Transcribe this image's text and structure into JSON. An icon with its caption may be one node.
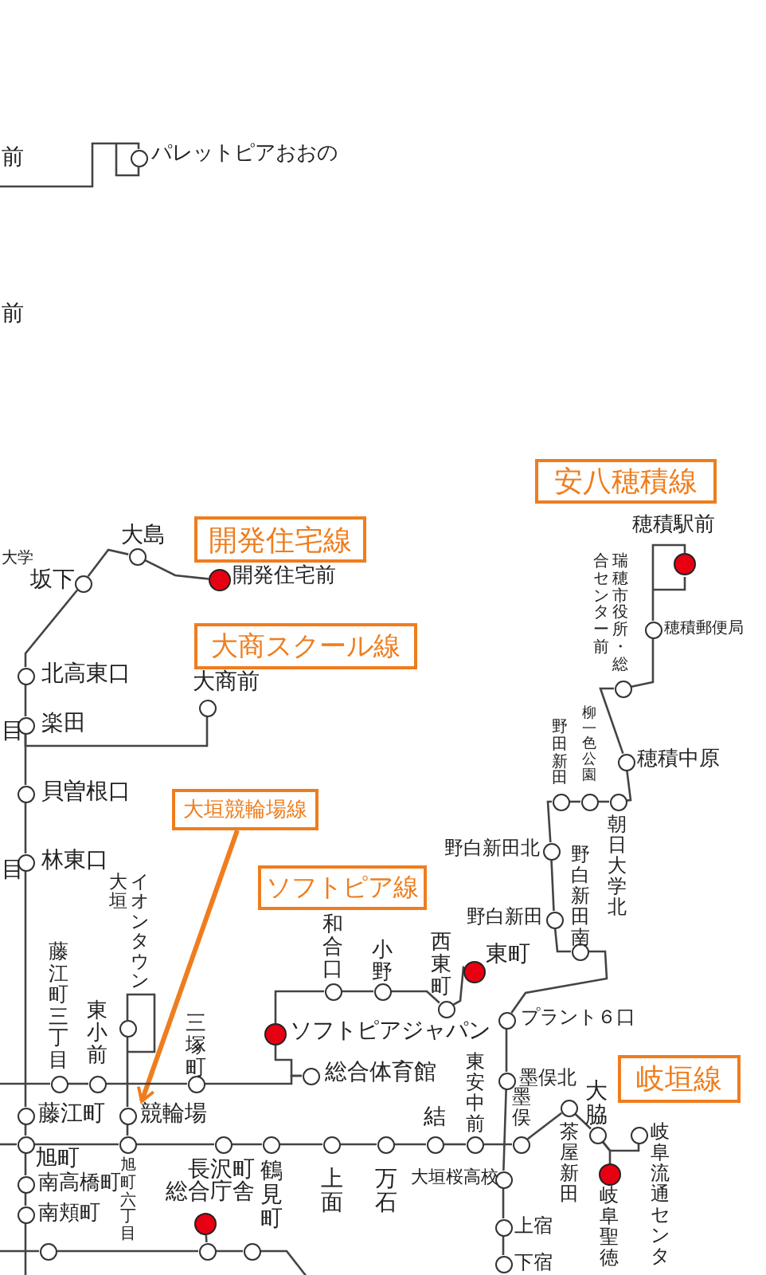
{
  "diagram": {
    "nodes": [
      {
        "text": [],
        "shape": "circle",
        "beside": [
          "パレットピアおおの"
        ]
      },
      {
        "text": [
          "安八穂積線"
        ]
      },
      {
        "text": [],
        "shape": "circle",
        "beside": [
          "穂積駅前"
        ]
      },
      {
        "text": [
          "開発住宅線"
        ]
      },
      {
        "text": [],
        "shape": "circle",
        "beside": [
          "大島"
        ]
      },
      {
        "text": [],
        "shape": "circle",
        "beside": [
          "坂下"
        ]
      },
      {
        "text": [],
        "shape": "circle",
        "beside": [
          "開発住宅前"
        ]
      },
      {
        "text": [
          "大商スクール線"
        ]
      },
      {
        "text": [],
        "shape": "circle",
        "beside": [
          "穂積郵便局"
        ]
      },
      {
        "text": [],
        "shape": "circle",
        "beside": [
          "北高東口"
        ]
      },
      {
        "text": [],
        "shape": "circle",
        "beside": [
          "瑞穂市役所・総合センター前"
        ]
      },
      {
        "text": [],
        "shape": "circle",
        "beside": [
          "大商前"
        ]
      },
      {
        "text": [],
        "shape": "circle",
        "beside": [
          "楽田"
        ]
      },
      {
        "text": [],
        "shape": "circle",
        "beside": [
          "穂積中原"
        ]
      },
      {
        "text": [],
        "shape": "circle",
        "beside": [
          "貝曽根口"
        ]
      },
      {
        "text": [
          "大垣競輪場線"
        ]
      },
      {
        "text": [],
        "shape": "circle",
        "beside": [
          "野田新田"
        ]
      },
      {
        "text": [],
        "shape": "circle",
        "beside": [
          "柳一色公園"
        ]
      },
      {
        "text": [],
        "shape": "circle",
        "beside": [
          "朝日大学北"
        ]
      },
      {
        "text": [],
        "shape": "circle",
        "beside": [
          "野白新田北"
        ]
      },
      {
        "text": [],
        "shape": "circle",
        "beside": [
          "林東口"
        ]
      },
      {
        "text": [
          "ソフトピア線"
        ]
      },
      {
        "text": [],
        "shape": "circle",
        "beside": [
          "野白新田"
        ]
      },
      {
        "text": [],
        "shape": "circle",
        "beside": [
          "野白新田南"
        ]
      },
      {
        "text": [],
        "shape": "circle",
        "beside": [
          "東町"
        ]
      },
      {
        "text": [],
        "shape": "circle",
        "beside": [
          "和合口"
        ]
      },
      {
        "text": [],
        "shape": "circle",
        "beside": [
          "小野"
        ]
      },
      {
        "text": [],
        "shape": "circle",
        "beside": [
          "西東町"
        ]
      },
      {
        "text": [],
        "shape": "circle",
        "beside": [
          "プラント６口"
        ]
      },
      {
        "text": [],
        "shape": "circle",
        "beside": [
          "イオンタウン大垣"
        ]
      },
      {
        "text": [],
        "shape": "circle",
        "beside": [
          "ソフトピアジャパン"
        ]
      },
      {
        "text": [
          "岐垣線"
        ]
      },
      {
        "text": [],
        "shape": "circle",
        "beside": [
          "総合体育館"
        ]
      },
      {
        "text": [],
        "shape": "circle",
        "beside": [
          "藤江町三丁目"
        ]
      },
      {
        "text": [],
        "shape": "circle",
        "beside": [
          "東小前"
        ]
      },
      {
        "text": [],
        "shape": "circle",
        "beside": [
          "三塚町"
        ]
      },
      {
        "text": [],
        "shape": "circle",
        "beside": [
          "墨俣北"
        ]
      },
      {
        "text": [],
        "shape": "circle",
        "beside": [
          "茶屋新田"
        ]
      },
      {
        "text": [],
        "shape": "circle",
        "beside": [
          "藤江町"
        ]
      },
      {
        "text": [],
        "shape": "circle",
        "beside": [
          "競輪場"
        ]
      },
      {
        "text": [],
        "shape": "circle",
        "beside": [
          "大脇"
        ]
      },
      {
        "text": [],
        "shape": "circle",
        "beside": [
          "岐阜流通センタ"
        ]
      },
      {
        "text": [],
        "shape": "circle",
        "beside": [
          "旭町"
        ]
      },
      {
        "text": [],
        "shape": "circle",
        "beside": [
          "旭町六丁目"
        ]
      },
      {
        "text": [],
        "shape": "circle",
        "beside": [
          "長沢町"
        ]
      },
      {
        "text": [],
        "shape": "circle",
        "beside": [
          "鶴見町"
        ]
      },
      {
        "text": [],
        "shape": "circle",
        "beside": [
          "上面"
        ]
      },
      {
        "text": [],
        "shape": "circle",
        "beside": [
          "万石"
        ]
      },
      {
        "text": [],
        "shape": "circle",
        "beside": [
          "結"
        ]
      },
      {
        "text": [],
        "shape": "circle",
        "beside": [
          "東安中前"
        ]
      },
      {
        "text": [],
        "shape": "circle",
        "beside": [
          "墨俣"
        ]
      },
      {
        "text": [],
        "shape": "circle",
        "beside": [
          "岐阜聖徳"
        ]
      },
      {
        "text": [],
        "shape": "circle",
        "beside": [
          "大垣桜高校"
        ]
      },
      {
        "text": [],
        "shape": "circle",
        "beside": [
          "南高橋町"
        ]
      },
      {
        "text": [],
        "shape": "circle",
        "beside": [
          "南頬町"
        ]
      },
      {
        "text": [],
        "shape": "circle",
        "beside": [
          "総合庁舎"
        ]
      },
      {
        "text": [],
        "shape": "circle",
        "beside": [
          "上宿"
        ]
      },
      {
        "text": [],
        "shape": "circle",
        "beside": [
          "下宿"
        ]
      },
      {
        "text": [],
        "shape": "circle"
      },
      {
        "text": [],
        "shape": "circle"
      },
      {
        "text": [],
        "shape": "circle"
      }
    ],
    "edges": [
      {
        "from": null,
        "to": 0,
        "arrow": "none"
      },
      {
        "from": 5,
        "to": 4,
        "arrow": "none"
      },
      {
        "from": 4,
        "to": 6,
        "arrow": "none"
      },
      {
        "from": 9,
        "to": 5,
        "arrow": "none"
      },
      {
        "from": 9,
        "to": 12,
        "arrow": "none"
      },
      {
        "from": 12,
        "to": 14,
        "arrow": "none"
      },
      {
        "from": 12,
        "to": 11,
        "arrow": "none"
      },
      {
        "from": 14,
        "to": 20,
        "arrow": "none"
      },
      {
        "from": 15,
        "to": 39,
        "arrow": "to",
        "style": "thick",
        "color": "#ef7d1e"
      },
      {
        "from": 8,
        "to": 2,
        "arrow": "none"
      },
      {
        "from": 10,
        "to": 8,
        "arrow": "none"
      },
      {
        "from": 13,
        "to": 10,
        "arrow": "none"
      },
      {
        "from": 18,
        "to": 13,
        "arrow": "none"
      },
      {
        "from": 17,
        "to": 18,
        "arrow": "none"
      },
      {
        "from": 16,
        "to": 17,
        "arrow": "none"
      },
      {
        "from": 19,
        "to": 16,
        "arrow": "none"
      },
      {
        "from": 19,
        "to": 22,
        "arrow": "none"
      },
      {
        "from": 22,
        "to": 23,
        "arrow": "none"
      },
      {
        "from": 23,
        "to": 28,
        "arrow": "none"
      },
      {
        "from": 28,
        "to": 36,
        "arrow": "none"
      },
      {
        "from": 36,
        "to": 52,
        "arrow": "none"
      },
      {
        "from": 52,
        "to": 56,
        "arrow": "none"
      },
      {
        "from": 56,
        "to": 57,
        "arrow": "none"
      },
      {
        "from": 27,
        "to": 24,
        "arrow": "none"
      },
      {
        "from": 26,
        "to": 27,
        "arrow": "none"
      },
      {
        "from": 25,
        "to": 26,
        "arrow": "none"
      },
      {
        "from": 30,
        "to": 25,
        "arrow": "none"
      },
      {
        "from": 30,
        "to": 32,
        "arrow": "none"
      },
      {
        "from": 35,
        "to": 32,
        "arrow": "none"
      },
      {
        "from": 34,
        "to": 35,
        "arrow": "none"
      },
      {
        "from": 33,
        "to": 34,
        "arrow": "none"
      },
      {
        "from": null,
        "to": 33,
        "arrow": "none"
      },
      {
        "from": 20,
        "to": 38,
        "arrow": "none"
      },
      {
        "from": 38,
        "to": 42,
        "arrow": "none"
      },
      {
        "from": 42,
        "to": 53,
        "arrow": "none"
      },
      {
        "from": 53,
        "to": 54,
        "arrow": "none"
      },
      {
        "from": 54,
        "to": null,
        "arrow": "none"
      },
      {
        "from": null,
        "to": 42,
        "arrow": "none"
      },
      {
        "from": 42,
        "to": 43,
        "arrow": "none"
      },
      {
        "from": 43,
        "to": 44,
        "arrow": "none"
      },
      {
        "from": 44,
        "to": 45,
        "arrow": "none"
      },
      {
        "from": 45,
        "to": 46,
        "arrow": "none"
      },
      {
        "from": 46,
        "to": 47,
        "arrow": "none"
      },
      {
        "from": 47,
        "to": 48,
        "arrow": "none"
      },
      {
        "from": 48,
        "to": 49,
        "arrow": "none"
      },
      {
        "from": 49,
        "to": 50,
        "arrow": "none"
      },
      {
        "from": 50,
        "to": 37,
        "arrow": "none"
      },
      {
        "from": 37,
        "to": 40,
        "arrow": "none"
      },
      {
        "from": 40,
        "to": 51,
        "arrow": "none"
      },
      {
        "from": 40,
        "to": 41,
        "arrow": "none"
      },
      {
        "from": 39,
        "to": 29,
        "arrow": "none"
      },
      {
        "from": 43,
        "to": 39,
        "arrow": "none"
      },
      {
        "from": 55,
        "to": 59,
        "arrow": "none"
      },
      {
        "from": null,
        "to": 58,
        "arrow": "none"
      },
      {
        "from": 58,
        "to": 59,
        "arrow": "none"
      },
      {
        "from": 59,
        "to": 60,
        "arrow": "none"
      },
      {
        "from": 60,
        "to": null,
        "arrow": "none"
      }
    ],
    "labels": [
      "前",
      "前",
      "大学",
      "目",
      "目"
    ]
  }
}
